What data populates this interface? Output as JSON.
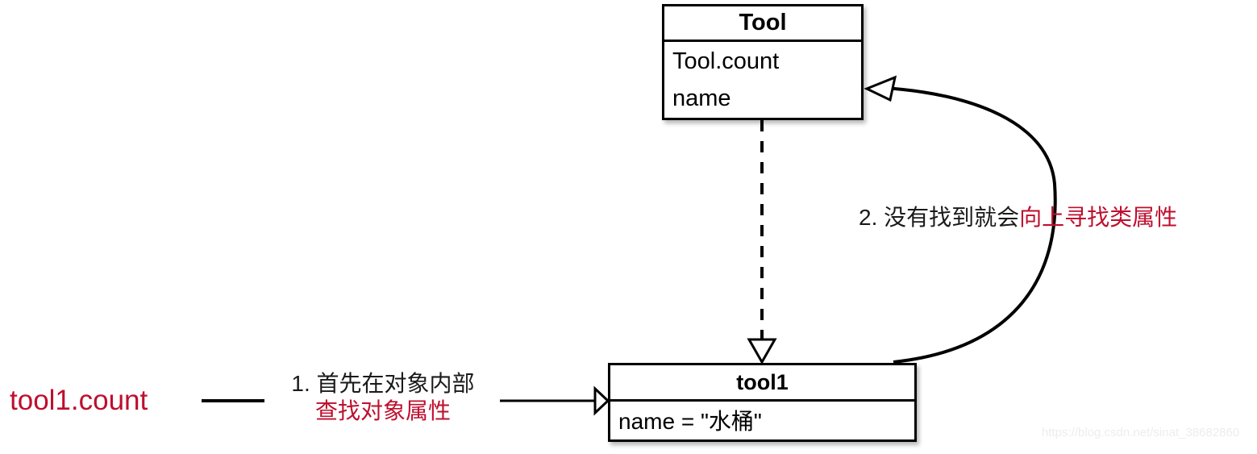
{
  "diagram": {
    "title_hidden": "Python attribute lookup order",
    "class_box": {
      "name": "Tool",
      "attributes": [
        "Tool.count",
        "name"
      ]
    },
    "object_box": {
      "name": "tool1",
      "attributes": [
        "name = \"水桶\""
      ]
    },
    "expression": "tool1.count",
    "annotations": {
      "step1": {
        "line1": "1. 首先在对象内部",
        "line2": "查找对象属性"
      },
      "step2": {
        "black": "2. 没有找到就会",
        "red": "向上寻找类属性"
      }
    },
    "edges": {
      "inheritance": "dashed-hollow-triangle-up",
      "lookup_object": "solid-hollow-triangle-right",
      "lookup_class": "curved-hollow-triangle-up-left"
    },
    "colors": {
      "accent_red": "#BE0F2E",
      "stroke": "#000000",
      "background": "#FFFFFF",
      "watermark": "#EDEDED"
    },
    "watermark": "https://blog.csdn.net/sinat_38682860"
  }
}
